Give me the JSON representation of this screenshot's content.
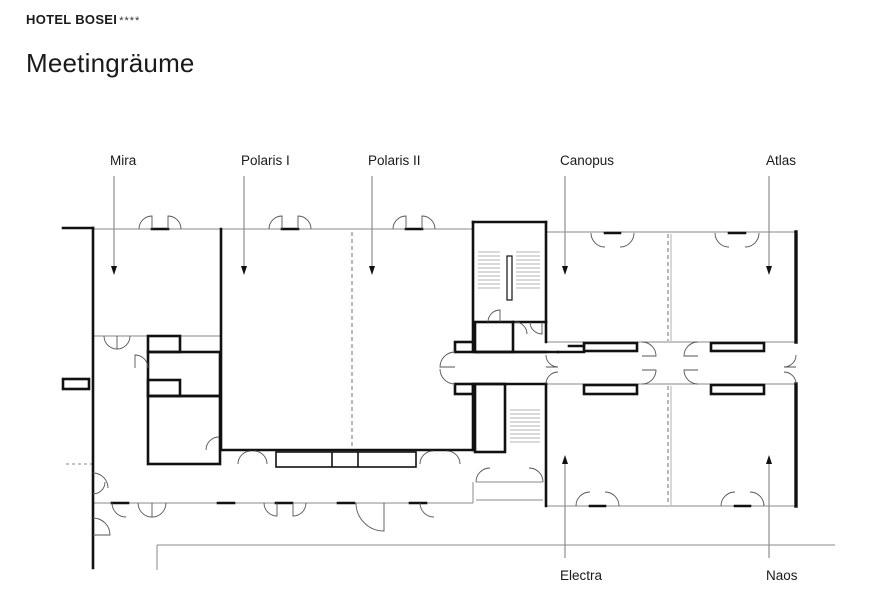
{
  "header": {
    "brand": "HOTEL BOSEI",
    "stars": "****",
    "title": "Meetingräume"
  },
  "rooms": {
    "mira": "Mira",
    "polaris_1": "Polaris I",
    "polaris_2": "Polaris II",
    "canopus": "Canopus",
    "atlas": "Atlas",
    "electra": "Electra",
    "naos": "Naos"
  },
  "colors": {
    "wall": "#111111",
    "thin_line": "#8a8a8a",
    "divider": "#9a9a9a"
  }
}
